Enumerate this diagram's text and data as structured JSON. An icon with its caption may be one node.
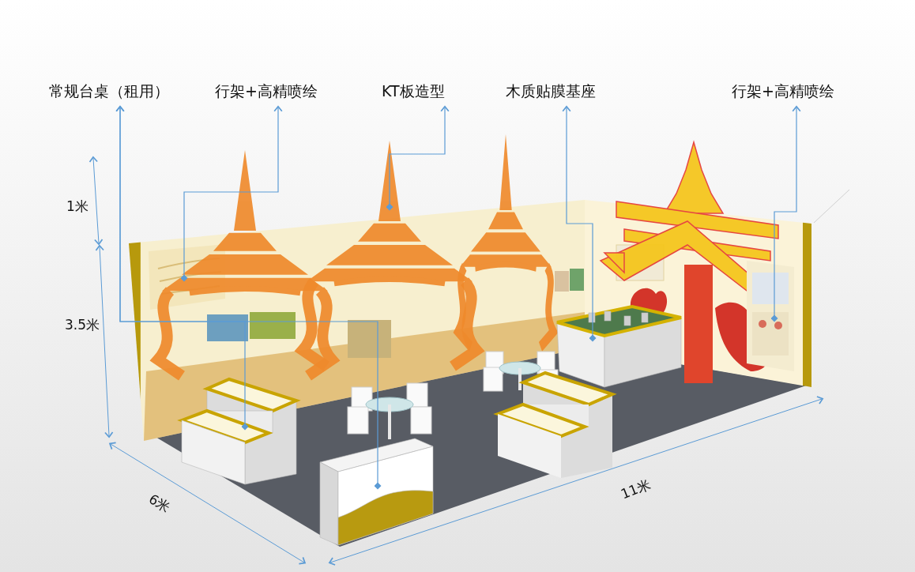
{
  "diagram": {
    "nodes": [
      {
        "text": [
          "常规台桌（租用）"
        ]
      },
      {
        "text": [
          "行架+高精喷绘"
        ]
      },
      {
        "text": [
          "KT板造型"
        ]
      },
      {
        "text": [
          "木质贴膜基座"
        ]
      },
      {
        "text": [
          "行架+高精喷绘"
        ]
      },
      {
        "text": [],
        "shape": "picture"
      },
      {
        "text": [],
        "shape": "box"
      },
      {
        "text": [],
        "shape": "picture"
      },
      {
        "text": [],
        "shape": "box"
      },
      {
        "text": [],
        "shape": "picture"
      },
      {
        "text": [],
        "shape": "picture"
      },
      {
        "text": [],
        "shape": "box"
      },
      {
        "text": [],
        "shape": "picture"
      }
    ],
    "edges": [
      {
        "from": 8,
        "to": 0,
        "arrow": "to"
      },
      {
        "from": 6,
        "to": 0,
        "arrow": "to"
      },
      {
        "from": 5,
        "to": 1,
        "arrow": "to"
      },
      {
        "from": 9,
        "to": 2,
        "arrow": "to"
      },
      {
        "from": 11,
        "to": 3,
        "arrow": "to"
      },
      {
        "from": 12,
        "to": 4,
        "arrow": "to"
      }
    ],
    "labels": [
      "1米",
      "3.5米",
      "6米",
      "11米"
    ]
  }
}
